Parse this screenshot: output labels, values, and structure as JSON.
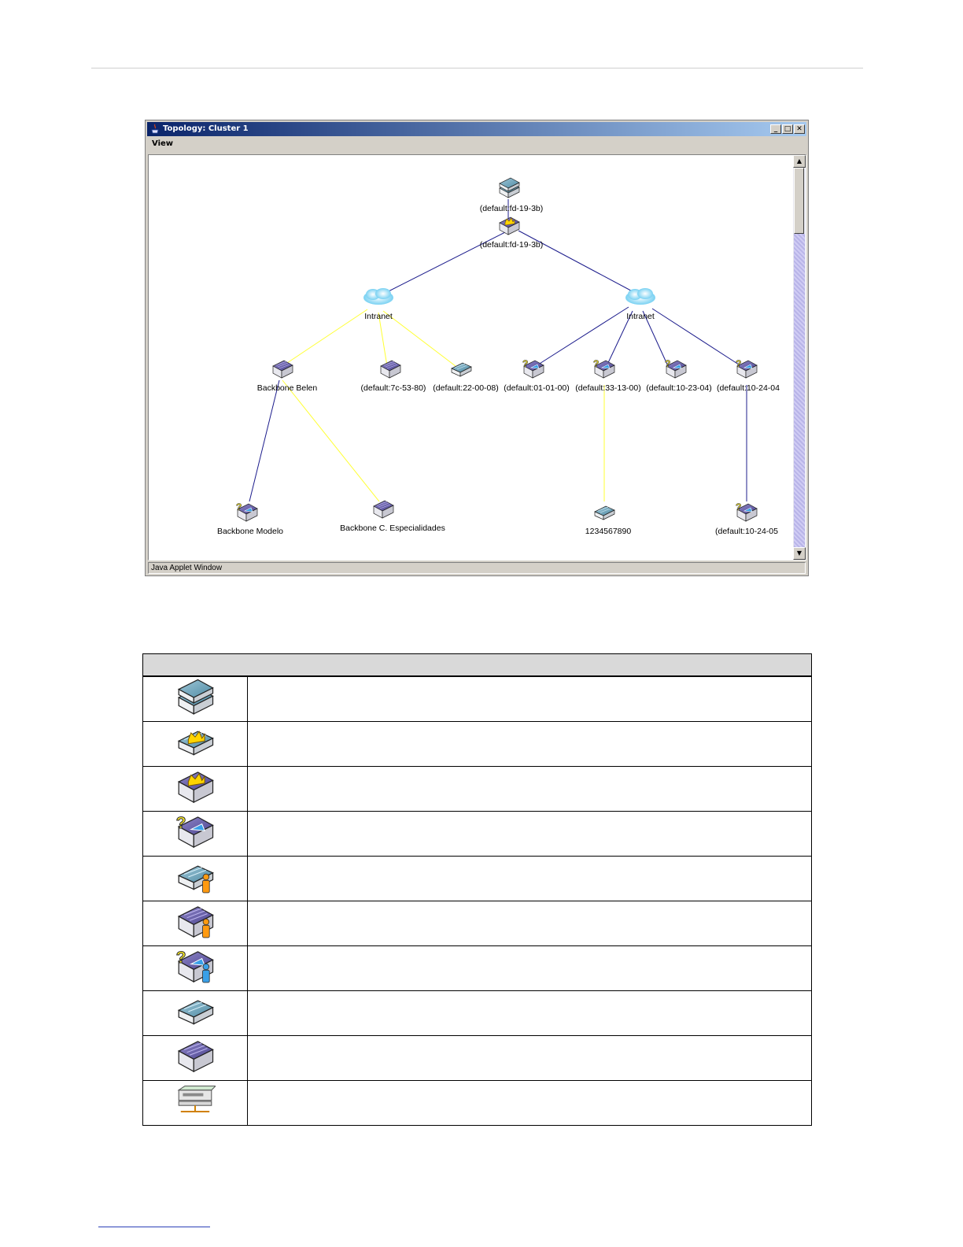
{
  "window": {
    "title": "Topology: Cluster 1",
    "menu": [
      "View"
    ],
    "status": "Java Applet Window",
    "controls": [
      "minimize-icon",
      "maximize-icon",
      "close-icon"
    ]
  },
  "topology": {
    "nodes": [
      {
        "id": "n-top-stack",
        "label": "(default:fd-19-3b)",
        "icon": "stack-switch-icon"
      },
      {
        "id": "n-top-cmd",
        "label": "(default:fd-19-3b)",
        "icon": "commander-switch-icon"
      },
      {
        "id": "n-cloud-left",
        "label": "Intranet",
        "icon": "cloud-icon"
      },
      {
        "id": "n-cloud-right",
        "label": "Intranet",
        "icon": "cloud-icon"
      },
      {
        "id": "n-belen",
        "label": "Backbone Belen",
        "icon": "l3-switch-icon"
      },
      {
        "id": "n-7c",
        "label": "(default:7c-53-80)",
        "icon": "l3-switch-icon"
      },
      {
        "id": "n-22",
        "label": "(default:22-00-08)",
        "icon": "l2-switch-icon"
      },
      {
        "id": "n-01",
        "label": "(default:01-01-00)",
        "icon": "candidate-switch-icon"
      },
      {
        "id": "n-33",
        "label": "(default:33-13-00)",
        "icon": "candidate-switch-icon"
      },
      {
        "id": "n-10-23",
        "label": "(default:10-23-04)",
        "icon": "candidate-switch-icon"
      },
      {
        "id": "n-10-24-04",
        "label": "(default:10-24-04",
        "icon": "candidate-switch-icon"
      },
      {
        "id": "n-modelo",
        "label": "Backbone Modelo",
        "icon": "candidate-switch-icon"
      },
      {
        "id": "n-especialidades",
        "label": "Backbone C. Especialidades",
        "icon": "l3-switch-icon"
      },
      {
        "id": "n-123",
        "label": "1234567890",
        "icon": "l2-switch-icon"
      },
      {
        "id": "n-10-24-05",
        "label": "(default:10-24-05",
        "icon": "candidate-switch-icon"
      }
    ],
    "link_colors": {
      "wired": "#1c1c8c",
      "wireless": "#ffff33"
    }
  },
  "legend": {
    "header": "",
    "rows": [
      {
        "icon": "switch-group-icon",
        "description": ""
      },
      {
        "icon": "layer2-commander-switch-icon",
        "description": ""
      },
      {
        "icon": "layer3-commander-switch-icon",
        "description": ""
      },
      {
        "icon": "candidate-switch-icon",
        "description": ""
      },
      {
        "icon": "layer2-member-switch-icon",
        "description": ""
      },
      {
        "icon": "layer3-member-switch-icon",
        "description": ""
      },
      {
        "icon": "candidate-member-switch-icon",
        "description": ""
      },
      {
        "icon": "layer2-switch-icon",
        "description": ""
      },
      {
        "icon": "layer3-switch-icon",
        "description": ""
      },
      {
        "icon": "end-node-icon",
        "description": ""
      }
    ]
  }
}
